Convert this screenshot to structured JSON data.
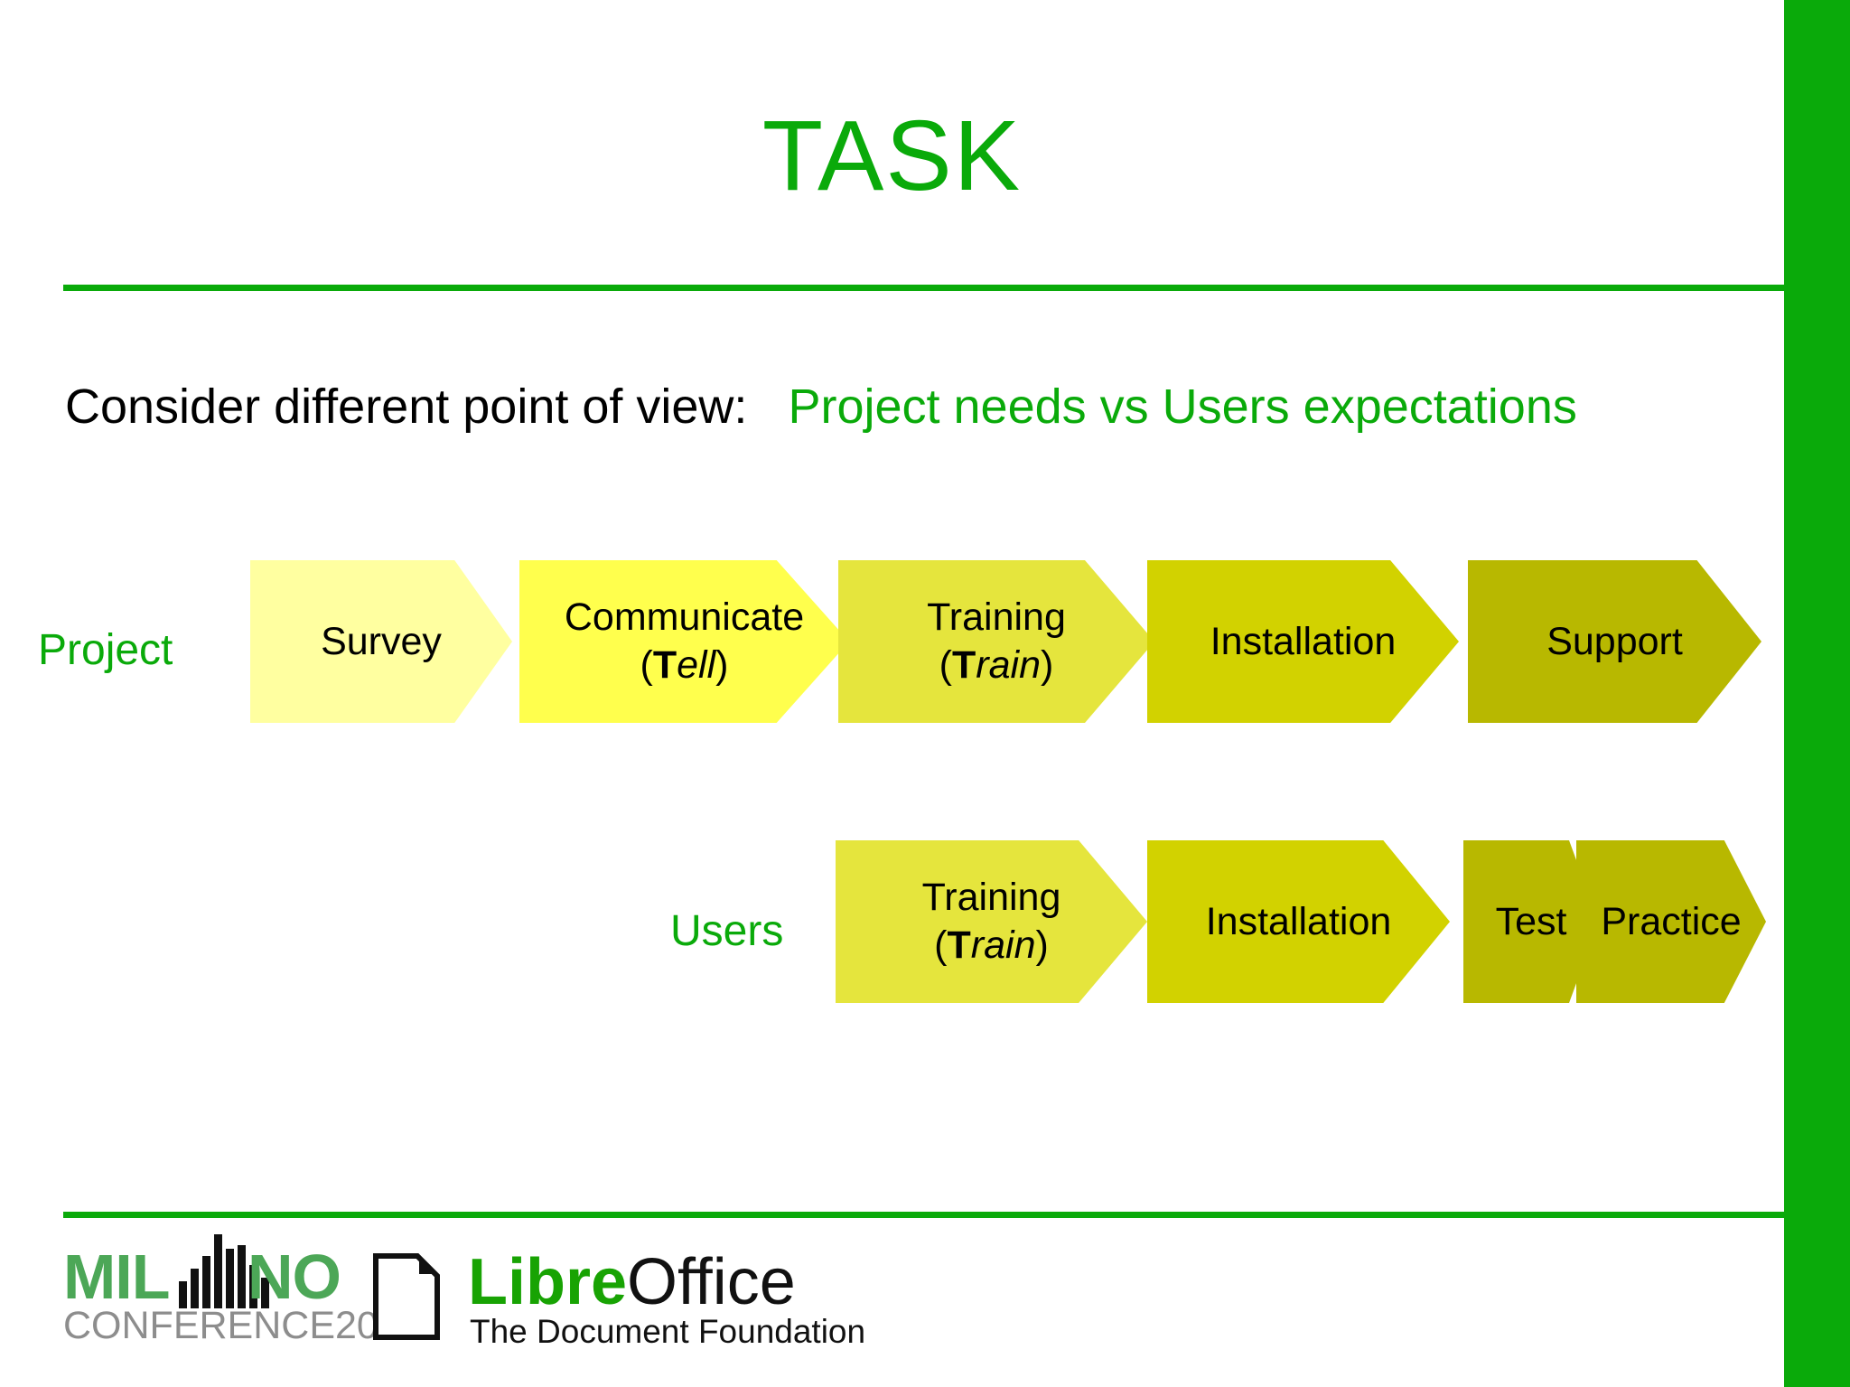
{
  "slide": {
    "title": "TASK",
    "accent_green": "#0aaa0a",
    "subtitle": {
      "lead": "Consider different point of view:",
      "emphasis": "Project needs vs Users expectations"
    },
    "rows": [
      {
        "label": "Project",
        "steps": [
          {
            "name": "survey",
            "label": "Survey",
            "paren": "",
            "fill": "#ffffa0"
          },
          {
            "name": "communicate",
            "label": "Communicate",
            "paren_bold": "T",
            "paren_rest": "ell",
            "fill": "#ffff4d"
          },
          {
            "name": "training",
            "label": "Training",
            "paren_bold": "T",
            "paren_rest": "rain",
            "fill": "#e5e53d"
          },
          {
            "name": "installation",
            "label": "Installation",
            "paren": "",
            "fill": "#d2d200"
          },
          {
            "name": "support",
            "label": "Support",
            "paren": "",
            "fill": "#b8b800"
          }
        ]
      },
      {
        "label": "Users",
        "steps": [
          {
            "name": "training",
            "label": "Training",
            "paren_bold": "T",
            "paren_rest": "rain",
            "fill": "#e5e53d"
          },
          {
            "name": "installation",
            "label": "Installation",
            "paren": "",
            "fill": "#d2d200"
          },
          {
            "name": "test",
            "label": "Test",
            "paren": "",
            "fill": "#b8b800"
          },
          {
            "name": "practice",
            "label": "Practice",
            "paren": "",
            "fill": "#b8b800"
          }
        ]
      }
    ]
  },
  "footer": {
    "milano": {
      "word_left": "MIL",
      "word_right": "NO",
      "conference": "CONFERENCE2013",
      "green": "#4ca757",
      "gray": "#8d8d8d"
    },
    "libreoffice": {
      "libre": "Libre",
      "office": "Office",
      "tagline": "The Document Foundation",
      "green": "#18a303"
    }
  }
}
